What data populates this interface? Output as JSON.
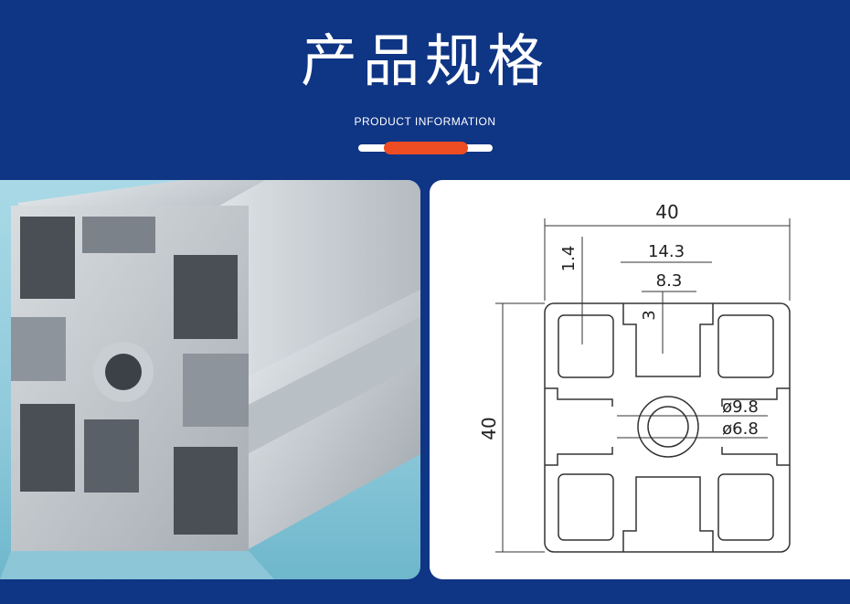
{
  "header": {
    "title": "产品规格",
    "subtitle": "PRODUCT INFORMATION"
  },
  "colors": {
    "background": "#0f3585",
    "accent": "#ee4c22",
    "panel": "#ffffff"
  },
  "drawing": {
    "dim_width": "40",
    "dim_height": "40",
    "dim_slot_outer": "14.3",
    "dim_slot_inner": "8.3",
    "dim_wall": "1.4",
    "dim_depth": "3",
    "dim_bore_outer": "ø9.8",
    "dim_bore_inner": "ø6.8"
  }
}
